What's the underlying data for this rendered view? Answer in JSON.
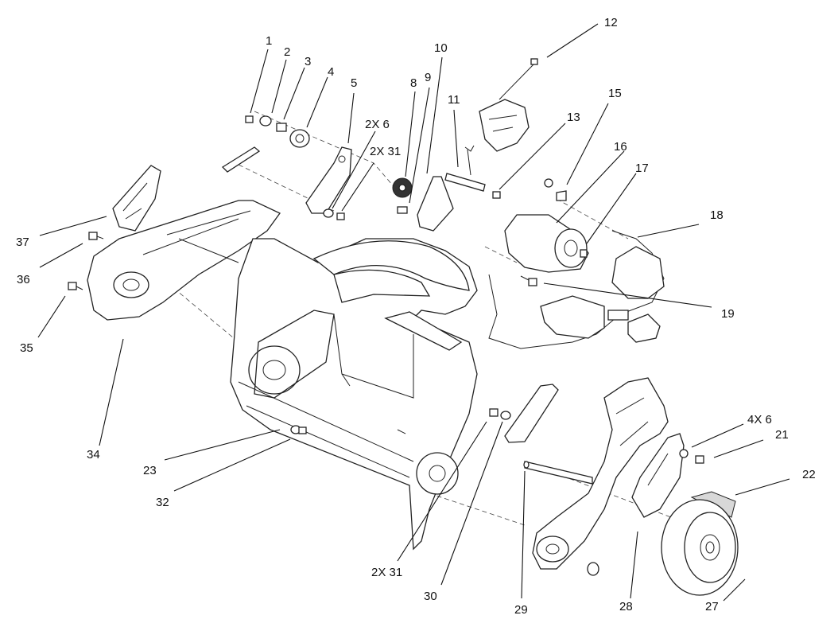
{
  "callouts": [
    {
      "id": "c1",
      "text": "1"
    },
    {
      "id": "c2",
      "text": "2"
    },
    {
      "id": "c3",
      "text": "3"
    },
    {
      "id": "c4",
      "text": "4"
    },
    {
      "id": "c5",
      "text": "5"
    },
    {
      "id": "c2x6a",
      "text": "2X 6"
    },
    {
      "id": "c2x31a",
      "text": "2X 31"
    },
    {
      "id": "c8",
      "text": "8"
    },
    {
      "id": "c9",
      "text": "9"
    },
    {
      "id": "c10",
      "text": "10"
    },
    {
      "id": "c11",
      "text": "11"
    },
    {
      "id": "c12",
      "text": "12"
    },
    {
      "id": "c13",
      "text": "13"
    },
    {
      "id": "c15",
      "text": "15"
    },
    {
      "id": "c16",
      "text": "16"
    },
    {
      "id": "c17",
      "text": "17"
    },
    {
      "id": "c18",
      "text": "18"
    },
    {
      "id": "c19",
      "text": "19"
    },
    {
      "id": "c37",
      "text": "37"
    },
    {
      "id": "c36",
      "text": "36"
    },
    {
      "id": "c35",
      "text": "35"
    },
    {
      "id": "c34",
      "text": "34"
    },
    {
      "id": "c23",
      "text": "23"
    },
    {
      "id": "c32",
      "text": "32"
    },
    {
      "id": "c2x31b",
      "text": "2X 31"
    },
    {
      "id": "c30",
      "text": "30"
    },
    {
      "id": "c29",
      "text": "29"
    },
    {
      "id": "c28",
      "text": "28"
    },
    {
      "id": "c27",
      "text": "27"
    },
    {
      "id": "c22",
      "text": "22"
    },
    {
      "id": "c21",
      "text": "21"
    },
    {
      "id": "c4x6",
      "text": "4X 6"
    }
  ]
}
